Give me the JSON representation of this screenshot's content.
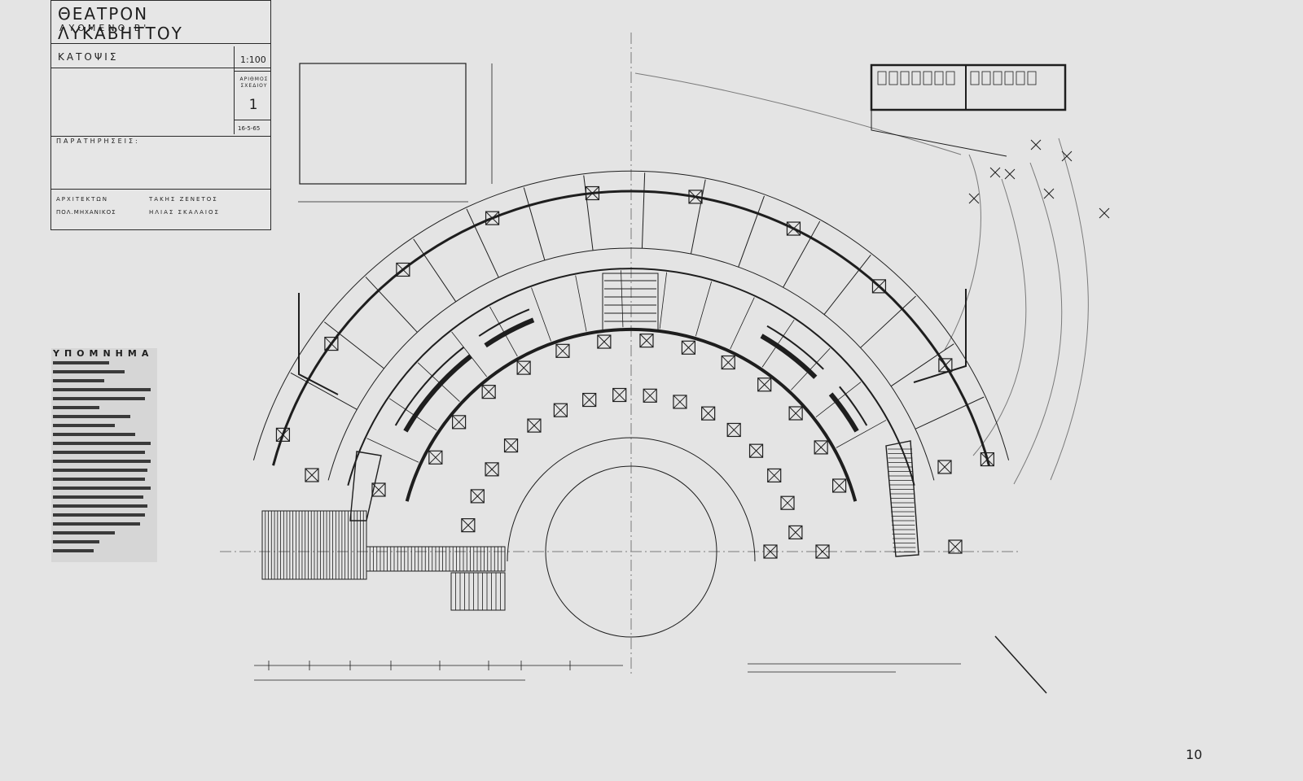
{
  "title_block": {
    "title": "ΘΕΑΤΡΟΝ ΛΥΚΑΒΗΤΤΟΥ",
    "subtitle": "ΛΥΟΜΕΝΟ  Β'",
    "drawing_type": "ΚΑΤΟΨΙΣ",
    "scale": "1:100",
    "drawing_number_label": "ΑΡΙΘΜΟΣ ΣΧΕΔΙΟΥ",
    "drawing_number": "1",
    "date": "16-5-65",
    "remarks_label": "ΠΑΡΑΤΗΡΗΣΕΙΣ:",
    "architect_label": "ΑΡΧΙΤΕΚΤΩΝ",
    "architect_name": "ΤΑΚΗΣ ΖΕΝΕΤΟΣ",
    "engineer_label": "ΠΟΛ.ΜΗΧΑΝΙΚΟΣ",
    "engineer_name": "ΗΛΙΑΣ ΣΚΑΛΑΙΟΣ"
  },
  "legend": {
    "title": "ΥΠΟΜΝΗΜΑ",
    "entry_count_shown": 22
  },
  "page_number": "10",
  "colors": {
    "paper": "#e4e4e4",
    "ink": "#1e1e1e",
    "faint_ink": "#7a7a7a"
  }
}
